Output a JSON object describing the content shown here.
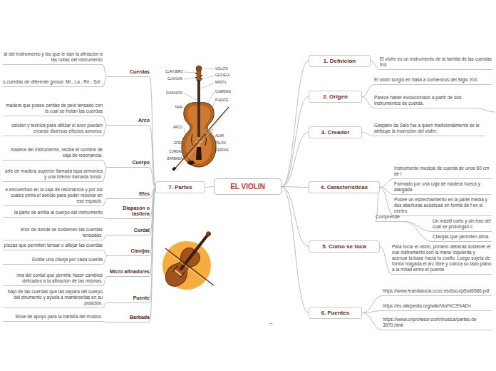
{
  "diagram": {
    "nodes": [
      {
        "text": [
          "EL VIOLIN"
        ]
      },
      {
        "text": [
          "1. Defnición"
        ]
      },
      {
        "text": [
          "El violín es un instrumento de la familia de las cuerdas frot"
        ]
      },
      {
        "text": [
          "2. Origen"
        ]
      },
      {
        "text": [
          "El violín surgió en Italia a comienzos del Siglo XVI."
        ]
      },
      {
        "text": [
          "Parece haber evolucionado a partir de dos instrumentos de cuerda."
        ]
      },
      {
        "text": [
          "3. Creador"
        ]
      },
      {
        "text": [
          "Gasparo da Salò fue a quien tradicionalmente se le atribuye la invención del violín;"
        ]
      },
      {
        "text": [
          "4. Características"
        ]
      },
      {
        "text": [
          "Instrumento musical de cuerda de unos 60 cm de l"
        ]
      },
      {
        "text": [
          "Formado por una caja de madera hueca y alargada"
        ]
      },
      {
        "text": [
          "Posee un estrechamiento en la parte media y dos aberturas acústicas en forma de f en el centro."
        ]
      },
      {
        "text": [
          "Comprende"
        ]
      },
      {
        "text": [
          "Un mástil corto y sin tras del cual se prolongan c"
        ]
      },
      {
        "text": [
          "Clavijas que permiten afina"
        ]
      },
      {
        "text": [
          "5. Como se toca"
        ]
      },
      {
        "text": [
          "Para tocar el violín, primero deberás sostener el cue instrumento con la mano izquierda y acercar la base hacia tu cuello. Luego sujeta de forma holgada el arc libre y coloca su lado plano a la mitad entre el puente"
        ]
      },
      {
        "text": [
          "6. Fuentes"
        ]
      },
      {
        "text": [
          "https://www.feandalucia.ccoo.es/docu/p5sd6586.pdf"
        ]
      },
      {
        "text": [
          "https://es.wikipedia.org/wiki/Viol%C3%ADn"
        ]
      },
      {
        "text": [
          "https://www.unprofesor.com/musica/partes-de 3970.html"
        ]
      },
      {
        "text": [
          "7. Partes"
        ]
      },
      {
        "text": [
          "Cuerdas"
        ]
      },
      {
        "text": [
          "al del instrumento y las que le dan la afinación a las notas del instrumento"
        ]
      },
      {
        "text": [
          "s cuerdas de diferente grosor: Mi , La , Re , Sol ."
        ]
      },
      {
        "text": [
          "Arco"
        ]
      },
      {
        "text": [
          "madera que posee cerdas de pelo tensado con la cual se frotan las cuerdas"
        ]
      },
      {
        "text": [
          "osición y técnica para utilizar el arco pueden crearse diversos efectos sonoros."
        ]
      },
      {
        "text": [
          "Cuerpo"
        ]
      },
      {
        "text": [
          "madera del instrumento, recibe el nombre de caja de resonancia."
        ]
      },
      {
        "text": [
          "arte de madera superior llamada tapa armónica y una inferior llamada fondo."
        ]
      },
      {
        "text": [
          "Efes"
        ]
      },
      {
        "text": [
          "e encuentran en la caja de resonancia y por los cuales entra el sonido para poder resonar en ese espacio."
        ]
      },
      {
        "text": [
          "Diapasón o tastiera"
        ]
      },
      {
        "text": [
          "la parte de arriba al cuerpo del instrumento"
        ]
      },
      {
        "text": [
          "Cordal"
        ]
      },
      {
        "text": [
          "erior de donde se sostienen las cuerdas tensadas."
        ]
      },
      {
        "text": [
          "Clavijas"
        ]
      },
      {
        "text": [
          "piezas que permiten tensar o aflojar las cuerdas"
        ]
      },
      {
        "text": [
          "Existe una clavija por cada cuerda"
        ]
      },
      {
        "text": [
          "Micro afinadores"
        ]
      },
      {
        "text": [
          "ima del cordal que permite hacer cambios delicados a la afinación de las mismas."
        ]
      },
      {
        "text": [
          "Puente"
        ]
      },
      {
        "text": [
          "bajo de las cuerdas que las separa del cuerpo del strumento y ayuda a mantenerlas en su posición."
        ]
      },
      {
        "text": [
          "Barbada"
        ]
      },
      {
        "text": [
          "Sirve de apoyo para la barbilla del músico."
        ]
      }
    ],
    "edges": [
      {
        "from": 0,
        "to": 1,
        "arrow": "none"
      },
      {
        "from": 0,
        "to": 3,
        "arrow": "none"
      },
      {
        "from": 0,
        "to": 6,
        "arrow": "none"
      },
      {
        "from": 0,
        "to": 8,
        "arrow": "none"
      },
      {
        "from": 0,
        "to": 15,
        "arrow": "none"
      },
      {
        "from": 0,
        "to": 17,
        "arrow": "none"
      },
      {
        "from": 0,
        "to": 21,
        "arrow": "none"
      },
      {
        "from": 1,
        "to": 2,
        "arrow": "none"
      },
      {
        "from": 3,
        "to": 4,
        "arrow": "none"
      },
      {
        "from": 3,
        "to": 5,
        "arrow": "none"
      },
      {
        "from": 6,
        "to": 7,
        "arrow": "none"
      },
      {
        "from": 8,
        "to": 9,
        "arrow": "none"
      },
      {
        "from": 8,
        "to": 10,
        "arrow": "none"
      },
      {
        "from": 8,
        "to": 11,
        "arrow": "none"
      },
      {
        "from": 8,
        "to": 12,
        "arrow": "none"
      },
      {
        "from": 12,
        "to": 13,
        "arrow": "none"
      },
      {
        "from": 12,
        "to": 14,
        "arrow": "none"
      },
      {
        "from": 15,
        "to": 16,
        "arrow": "none"
      },
      {
        "from": 17,
        "to": 18,
        "arrow": "none"
      },
      {
        "from": 17,
        "to": 19,
        "arrow": "none"
      },
      {
        "from": 17,
        "to": 20,
        "arrow": "none"
      },
      {
        "from": 21,
        "to": 22,
        "arrow": "none"
      },
      {
        "from": 21,
        "to": 25,
        "arrow": "none"
      },
      {
        "from": 21,
        "to": 28,
        "arrow": "none"
      },
      {
        "from": 21,
        "to": 31,
        "arrow": "none"
      },
      {
        "from": 21,
        "to": 33,
        "arrow": "none"
      },
      {
        "from": 21,
        "to": 35,
        "arrow": "none"
      },
      {
        "from": 21,
        "to": 37,
        "arrow": "none"
      },
      {
        "from": 21,
        "to": 40,
        "arrow": "none"
      },
      {
        "from": 21,
        "to": 42,
        "arrow": "none"
      },
      {
        "from": 21,
        "to": 44,
        "arrow": "none"
      },
      {
        "from": 22,
        "to": 23,
        "arrow": "none"
      },
      {
        "from": 22,
        "to": 24,
        "arrow": "none"
      },
      {
        "from": 25,
        "to": 26,
        "arrow": "none"
      },
      {
        "from": 25,
        "to": 27,
        "arrow": "none"
      },
      {
        "from": 28,
        "to": 29,
        "arrow": "none"
      },
      {
        "from": 28,
        "to": 30,
        "arrow": "none"
      },
      {
        "from": 31,
        "to": 32,
        "arrow": "none"
      },
      {
        "from": 33,
        "to": 34,
        "arrow": "none"
      },
      {
        "from": 35,
        "to": 36,
        "arrow": "none"
      },
      {
        "from": 37,
        "to": 38,
        "arrow": "none"
      },
      {
        "from": 37,
        "to": 39,
        "arrow": "none"
      },
      {
        "from": 40,
        "to": 41,
        "arrow": "none"
      },
      {
        "from": 42,
        "to": 43,
        "arrow": "none"
      },
      {
        "from": 44,
        "to": 45,
        "arrow": "none"
      }
    ],
    "labels": [
      "CLAVIJERO",
      "CLAVIJAS",
      "DIAPASÓN",
      "TAPA",
      "ARCO",
      "EFES",
      "CORDAL",
      "BARBADA",
      "VOLUTA",
      "CEJUELA",
      "MÁSTIL",
      "CUERDAS",
      "PUENTE",
      "ALMA",
      "TALÓN",
      "CERDAS",
      "pic",
      "–"
    ]
  }
}
